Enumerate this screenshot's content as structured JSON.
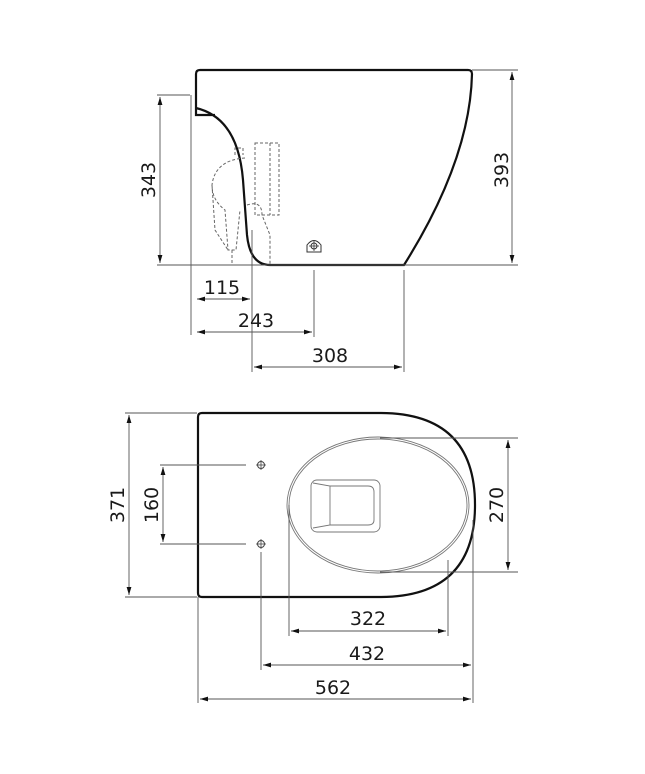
{
  "drawing": {
    "title": "Wall-hung toilet technical dimension drawing",
    "units": "mm",
    "line_color": "#111111",
    "dimension_color": "#555555"
  },
  "side_view": {
    "dimensions": {
      "height_total": "393",
      "height_inlet": "343",
      "outlet_offset": "115",
      "fixing_offset": "243",
      "base_length": "308"
    }
  },
  "top_view": {
    "dimensions": {
      "width_total": "371",
      "fixing_spacing": "160",
      "bowl_width": "270",
      "bowl_length": "322",
      "fixing_to_front": "432",
      "length_total": "562"
    }
  }
}
